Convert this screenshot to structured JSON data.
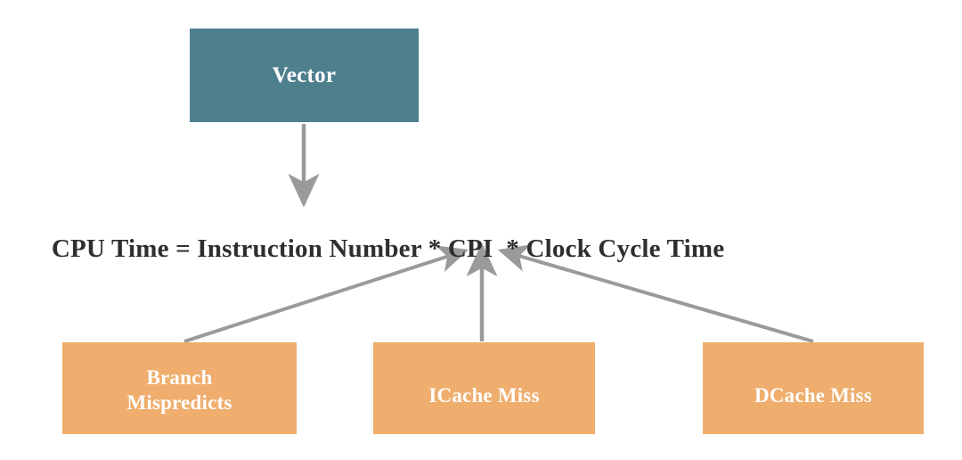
{
  "diagram": {
    "title": "CPU Time decomposition",
    "background_color": "#ffffff",
    "connector_color": "#9A9A9A",
    "nodes": {
      "vector": {
        "label": "Vector",
        "fill_color": "#4E7F8D",
        "text_color": "#ffffff"
      },
      "branch_mispredicts": {
        "label": "Branch\nMispredicts",
        "line1": "Branch",
        "line2": "Mispredicts",
        "fill_color": "#EFAE6E",
        "text_color": "#ffffff"
      },
      "icache_miss": {
        "label": "ICache Miss",
        "fill_color": "#EFAE6E",
        "text_color": "#ffffff"
      },
      "dcache_miss": {
        "label": "DCache Miss",
        "fill_color": "#EFAE6E",
        "text_color": "#ffffff"
      }
    },
    "formula": {
      "text": "CPU Time = Instruction Number * CPI  * Clock Cycle Time",
      "text_color": "#2E2E2E",
      "terms": [
        "CPU Time",
        "=",
        "Instruction Number",
        "*",
        "CPI",
        "*",
        "Clock Cycle Time"
      ]
    },
    "edges": [
      {
        "from": "vector",
        "to": "formula",
        "style": "arrow-down"
      },
      {
        "from": "branch_mispredicts",
        "to": "formula",
        "style": "arrow-diagonal-up-right"
      },
      {
        "from": "icache_miss",
        "to": "formula",
        "style": "arrow-up"
      },
      {
        "from": "dcache_miss",
        "to": "formula",
        "style": "arrow-diagonal-up-left"
      }
    ]
  }
}
